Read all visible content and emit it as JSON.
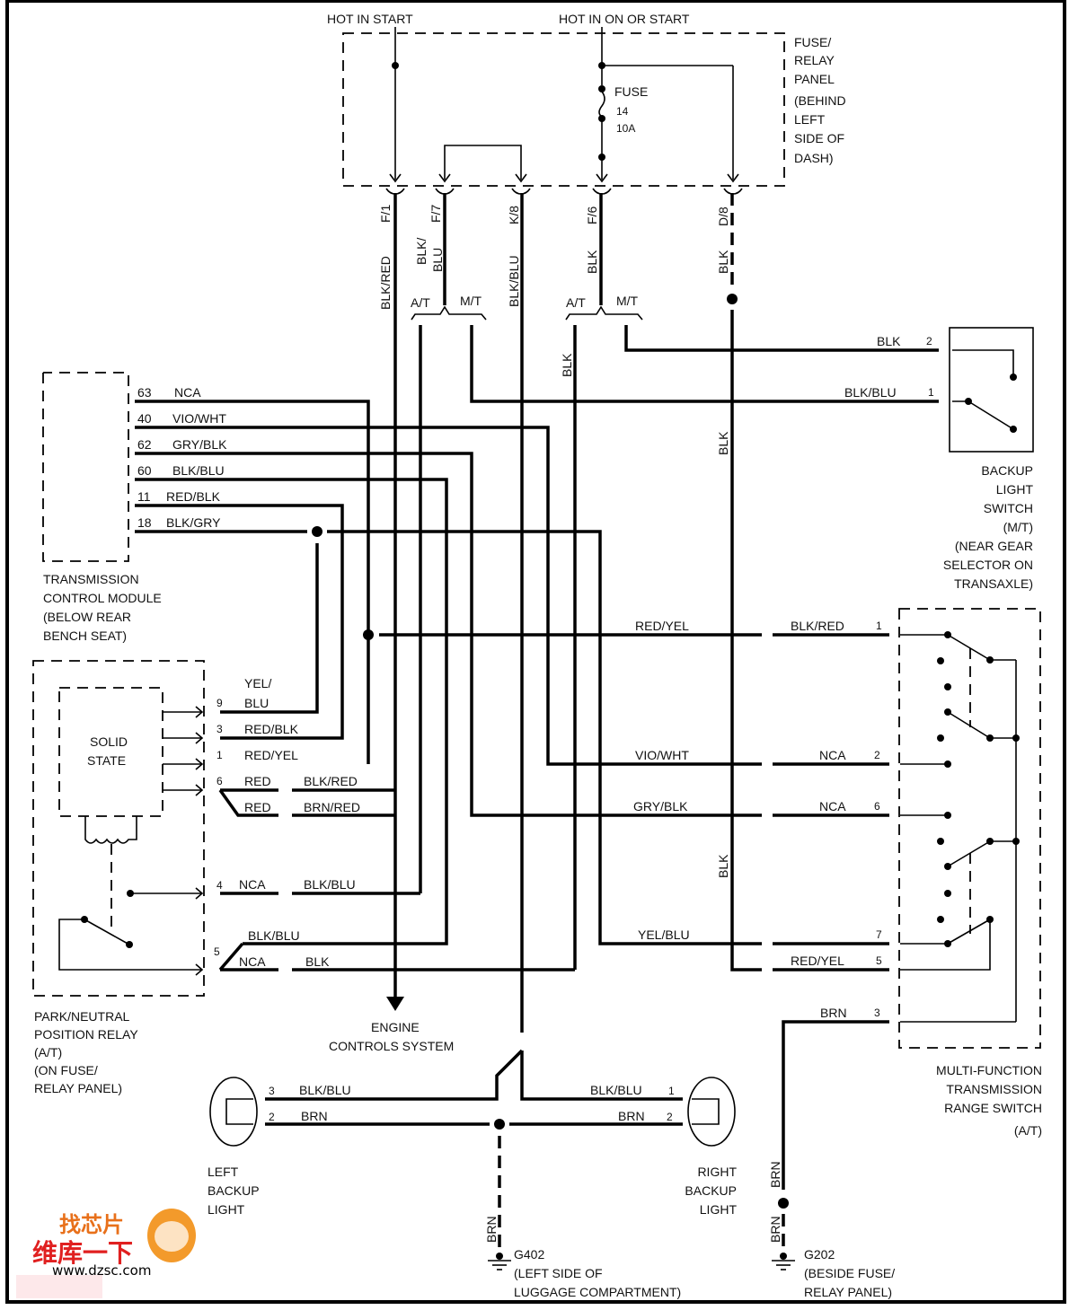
{
  "supply": {
    "hot_in_start": "HOT IN START",
    "hot_in_on_or_start": "HOT IN ON OR START",
    "fuse_label": "FUSE",
    "fuse_number": "14",
    "fuse_rating": "10A"
  },
  "fuse_relay_panel": {
    "lines": [
      "FUSE/",
      "RELAY",
      "PANEL",
      "(BEHIND",
      "LEFT",
      "SIDE OF",
      "DASH)"
    ],
    "terminals": [
      "F/1",
      "F/7",
      "K/8",
      "F/6",
      "D/8"
    ]
  },
  "wire_colors": {
    "f1": "BLK/RED",
    "f7_a": "BLK/",
    "f7_b": "BLU",
    "k8": "BLK/BLU",
    "f6": "BLK",
    "d8": "BLK",
    "d8_lower": "BLK",
    "d8_lower2": "BLK",
    "at_blk": "BLK"
  },
  "branch_labels": {
    "at1": "A/T",
    "mt1": "M/T",
    "at2": "A/T",
    "mt2": "M/T"
  },
  "tcm": {
    "pins": [
      {
        "pin": "63",
        "wire": "NCA"
      },
      {
        "pin": "40",
        "wire": "VIO/WHT"
      },
      {
        "pin": "62",
        "wire": "GRY/BLK"
      },
      {
        "pin": "60",
        "wire": "BLK/BLU"
      },
      {
        "pin": "11",
        "wire": "RED/BLK"
      },
      {
        "pin": "18",
        "wire": "BLK/GRY"
      }
    ],
    "lines": [
      "TRANSMISSION",
      "CONTROL MODULE",
      "(BELOW REAR",
      "BENCH SEAT)"
    ]
  },
  "relay": {
    "inner_label": [
      "SOLID",
      "STATE"
    ],
    "pins": [
      {
        "pin": "9",
        "wire_a": "YEL/",
        "wire_b": "BLU"
      },
      {
        "pin": "3",
        "wire": "RED/BLK"
      },
      {
        "pin": "1",
        "wire": "RED/YEL"
      },
      {
        "pin": "6",
        "wire": "RED",
        "wire2": "BLK/RED"
      },
      {
        "pin": "",
        "wire": "RED",
        "wire2": "BRN/RED"
      },
      {
        "pin": "4",
        "wire": "NCA",
        "wire2": "BLK/BLU"
      },
      {
        "pin": "5",
        "wire_up": "BLK/BLU",
        "wire": "NCA",
        "wire2": "BLK"
      }
    ],
    "lines": [
      "PARK/NEUTRAL",
      "POSITION RELAY",
      "(A/T)",
      "(ON FUSE/",
      "RELAY PANEL)"
    ]
  },
  "engine": {
    "lines": [
      "ENGINE",
      "CONTROLS SYSTEM"
    ]
  },
  "backup_switch": {
    "pins": [
      {
        "pin": "2",
        "wire": "BLK"
      },
      {
        "pin": "1",
        "wire": "BLK/BLU"
      }
    ],
    "lines": [
      "BACKUP",
      "LIGHT",
      "SWITCH",
      "(M/T)",
      "(NEAR GEAR",
      "SELECTOR ON",
      "TRANSAXLE)"
    ]
  },
  "mfs": {
    "pins": [
      {
        "pin": "1",
        "left_wire": "RED/YEL",
        "wire": "BLK/RED"
      },
      {
        "pin": "2",
        "left_wire": "VIO/WHT",
        "wire": "NCA"
      },
      {
        "pin": "6",
        "left_wire": "GRY/BLK",
        "wire": "NCA"
      },
      {
        "pin": "7",
        "left_wire": "YEL/BLU",
        "wire": ""
      },
      {
        "pin": "5",
        "left_wire": "",
        "wire": "RED/YEL"
      },
      {
        "pin": "3",
        "left_wire": "",
        "wire": "BRN"
      }
    ],
    "lines": [
      "MULTI-FUNCTION",
      "TRANSMISSION",
      "RANGE SWITCH",
      "(A/T)"
    ]
  },
  "left_light": {
    "pins": [
      {
        "pin": "3",
        "wire": "BLK/BLU"
      },
      {
        "pin": "2",
        "wire": "BRN"
      }
    ],
    "lines": [
      "LEFT",
      "BACKUP",
      "LIGHT"
    ]
  },
  "right_light": {
    "pins": [
      {
        "pin": "1",
        "wire": "BLK/BLU"
      },
      {
        "pin": "2",
        "wire": "BRN"
      }
    ],
    "lines": [
      "RIGHT",
      "BACKUP",
      "LIGHT"
    ]
  },
  "ground_g402": {
    "wire": "BRN",
    "id": "G402",
    "lines": [
      "(LEFT SIDE OF",
      "LUGGAGE COMPARTMENT)"
    ]
  },
  "ground_g202": {
    "wire_top": "BRN",
    "wire_bottom": "BRN",
    "id": "G202",
    "lines": [
      "(BESIDE FUSE/",
      "RELAY PANEL)"
    ]
  },
  "watermark": {
    "line1": "找芯片",
    "line2": "维库一下",
    "url": "www.dzsc.com"
  }
}
